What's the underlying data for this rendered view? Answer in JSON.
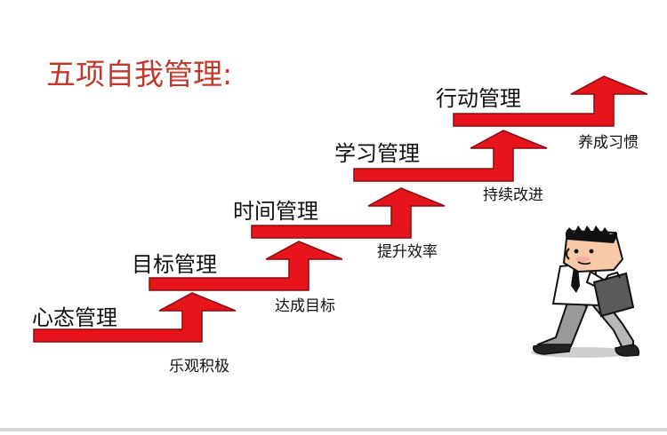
{
  "title": "五项自我管理:",
  "colors": {
    "title": "#c0392b",
    "arrow_fill": "#e8141c",
    "arrow_stroke": "#8a0b10",
    "label_text": "#111111"
  },
  "steps": [
    {
      "label": "心态管理",
      "note": "乐观积极"
    },
    {
      "label": "目标管理",
      "note": "达成目标"
    },
    {
      "label": "时间管理",
      "note": "提升效率"
    },
    {
      "label": "学习管理",
      "note": "持续改进"
    },
    {
      "label": "行动管理",
      "note": "养成习惯"
    }
  ],
  "figure": {
    "icon": "walking-businessman-icon"
  }
}
